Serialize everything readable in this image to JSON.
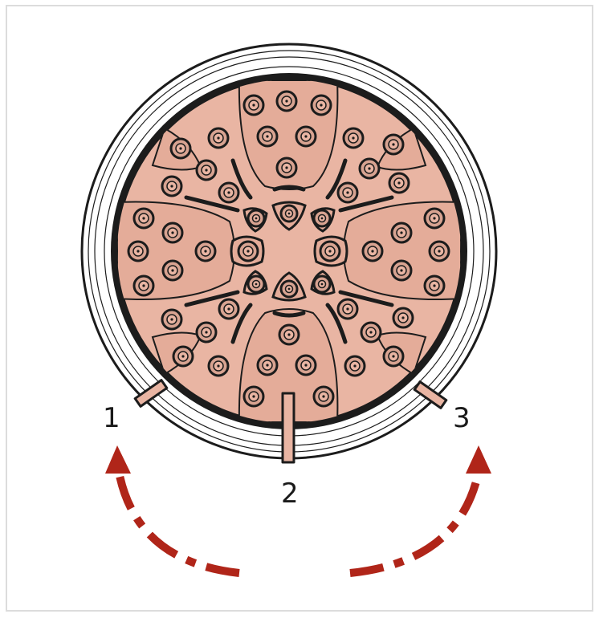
{
  "figure": {
    "subject": "shower-head-face",
    "colors": {
      "face": "#e9b5a3",
      "outline": "#1c1c1c",
      "arrow": "#b02519",
      "frame": "#dcdcdc"
    }
  },
  "positions": [
    {
      "label": "1"
    },
    {
      "label": "2"
    },
    {
      "label": "3"
    }
  ],
  "arrows": [
    {
      "name": "left-rotation-arrow",
      "direction": "up"
    },
    {
      "name": "right-rotation-arrow",
      "direction": "up"
    }
  ]
}
